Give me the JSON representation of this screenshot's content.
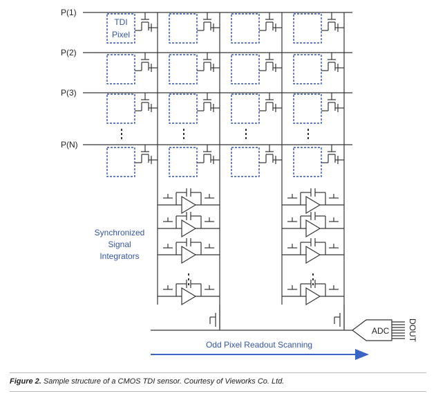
{
  "diagram": {
    "row_labels": [
      "P(1)",
      "P(2)",
      "P(3)",
      "P(N)"
    ],
    "pixel_label_line1": "TDI",
    "pixel_label_line2": "Pixel",
    "integrators_label": [
      "Synchronized",
      "Signal",
      "Integrators"
    ],
    "adc_label": "ADC",
    "dout_label": "DOUT",
    "readout_label": "Odd Pixel Readout Scanning",
    "colors": {
      "pixel_border": "#2f50b8",
      "accent_text": "#3355a8",
      "arrow": "#3a63c4",
      "wire": "#333333"
    }
  },
  "caption": {
    "figure_label": "Figure 2.",
    "text": "Sample structure of a CMOS TDI sensor. Courtesy of Vieworks Co. Ltd."
  }
}
